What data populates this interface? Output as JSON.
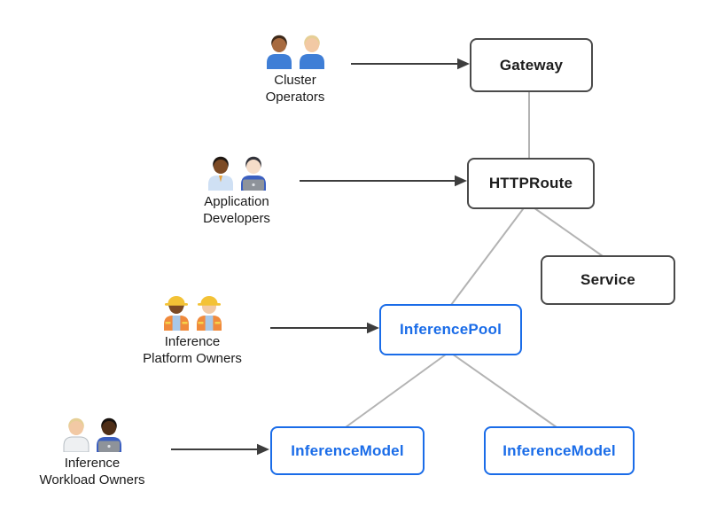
{
  "diagram": {
    "personas": [
      {
        "id": "cluster-operators",
        "emoji": "👨🏽‍🔧👩🏼‍🔧",
        "label_line1": "Cluster",
        "label_line2": "Operators",
        "figures": [
          {
            "skin": "#a76a3f",
            "hair": "#3f2a1a",
            "shirt": "#3f7ed6"
          },
          {
            "skin": "#f2c9a4",
            "hair": "#e6cf96",
            "shirt": "#3f7ed6"
          }
        ]
      },
      {
        "id": "application-developers",
        "emoji": "👨🏾‍💼👩🏻‍💻",
        "label_line1": "Application",
        "label_line2": "Developers",
        "figures": [
          {
            "skin": "#7c4a24",
            "hair": "#1f1712",
            "shirt": "#cfe0f4",
            "tie": "#e8a23c"
          },
          {
            "skin": "#f6ddc9",
            "hair": "#33333a",
            "shirt": "#3b5fc0",
            "laptop": true
          }
        ]
      },
      {
        "id": "inference-platform-owners",
        "emoji": "👷🏾‍♀️👷🏻",
        "label_line1": "Inference",
        "label_line2": "Platform Owners",
        "figures": [
          {
            "skin": "#7c4a24",
            "hair": "#2a1c12",
            "shirt": "#a8c8e8",
            "vest": "#f08a3c",
            "hat": "#f3c236"
          },
          {
            "skin": "#f2c9a4",
            "shirt": "#a8c8e8",
            "vest": "#f08a3c",
            "hat": "#f3c236"
          }
        ]
      },
      {
        "id": "inference-workload-owners",
        "emoji": "🧑🏼‍⚕️👨🏿‍💻",
        "label_line1": "Inference",
        "label_line2": "Workload Owners",
        "figures": [
          {
            "skin": "#f2c9a4",
            "hair": "#e6cf96",
            "shirt": "#eef0f2",
            "outline": "#b7bec4"
          },
          {
            "skin": "#4f2f18",
            "hair": "#17120e",
            "shirt": "#3b5fc0",
            "laptop": true
          }
        ]
      }
    ],
    "nodes": [
      {
        "id": "gateway",
        "label": "Gateway",
        "style": "gray"
      },
      {
        "id": "httproute",
        "label": "HTTPRoute",
        "style": "gray"
      },
      {
        "id": "service",
        "label": "Service",
        "style": "gray"
      },
      {
        "id": "inferencepool",
        "label": "InferencePool",
        "style": "blue"
      },
      {
        "id": "inferencemodel-left",
        "label": "InferenceModel",
        "style": "blue"
      },
      {
        "id": "inferencemodel-right",
        "label": "InferenceModel",
        "style": "blue"
      }
    ],
    "edges": [
      {
        "from": "cluster-operators",
        "to": "gateway",
        "type": "arrow"
      },
      {
        "from": "application-developers",
        "to": "httproute",
        "type": "arrow"
      },
      {
        "from": "inference-platform-owners",
        "to": "inferencepool",
        "type": "arrow"
      },
      {
        "from": "inference-workload-owners",
        "to": "inferencemodel-left",
        "type": "arrow"
      },
      {
        "from": "gateway",
        "to": "httproute",
        "type": "line"
      },
      {
        "from": "httproute",
        "to": "service",
        "type": "line"
      },
      {
        "from": "httproute",
        "to": "inferencepool",
        "type": "line"
      },
      {
        "from": "inferencepool",
        "to": "inferencemodel-left",
        "type": "line"
      },
      {
        "from": "inferencepool",
        "to": "inferencemodel-right",
        "type": "line"
      }
    ],
    "colors": {
      "gray_border": "#4a4a4a",
      "gray_text": "#1d1d1d",
      "blue": "#1a6ce8",
      "connector": "#b3b3b3",
      "arrow": "#3d3d3d",
      "background": "#ffffff"
    }
  }
}
